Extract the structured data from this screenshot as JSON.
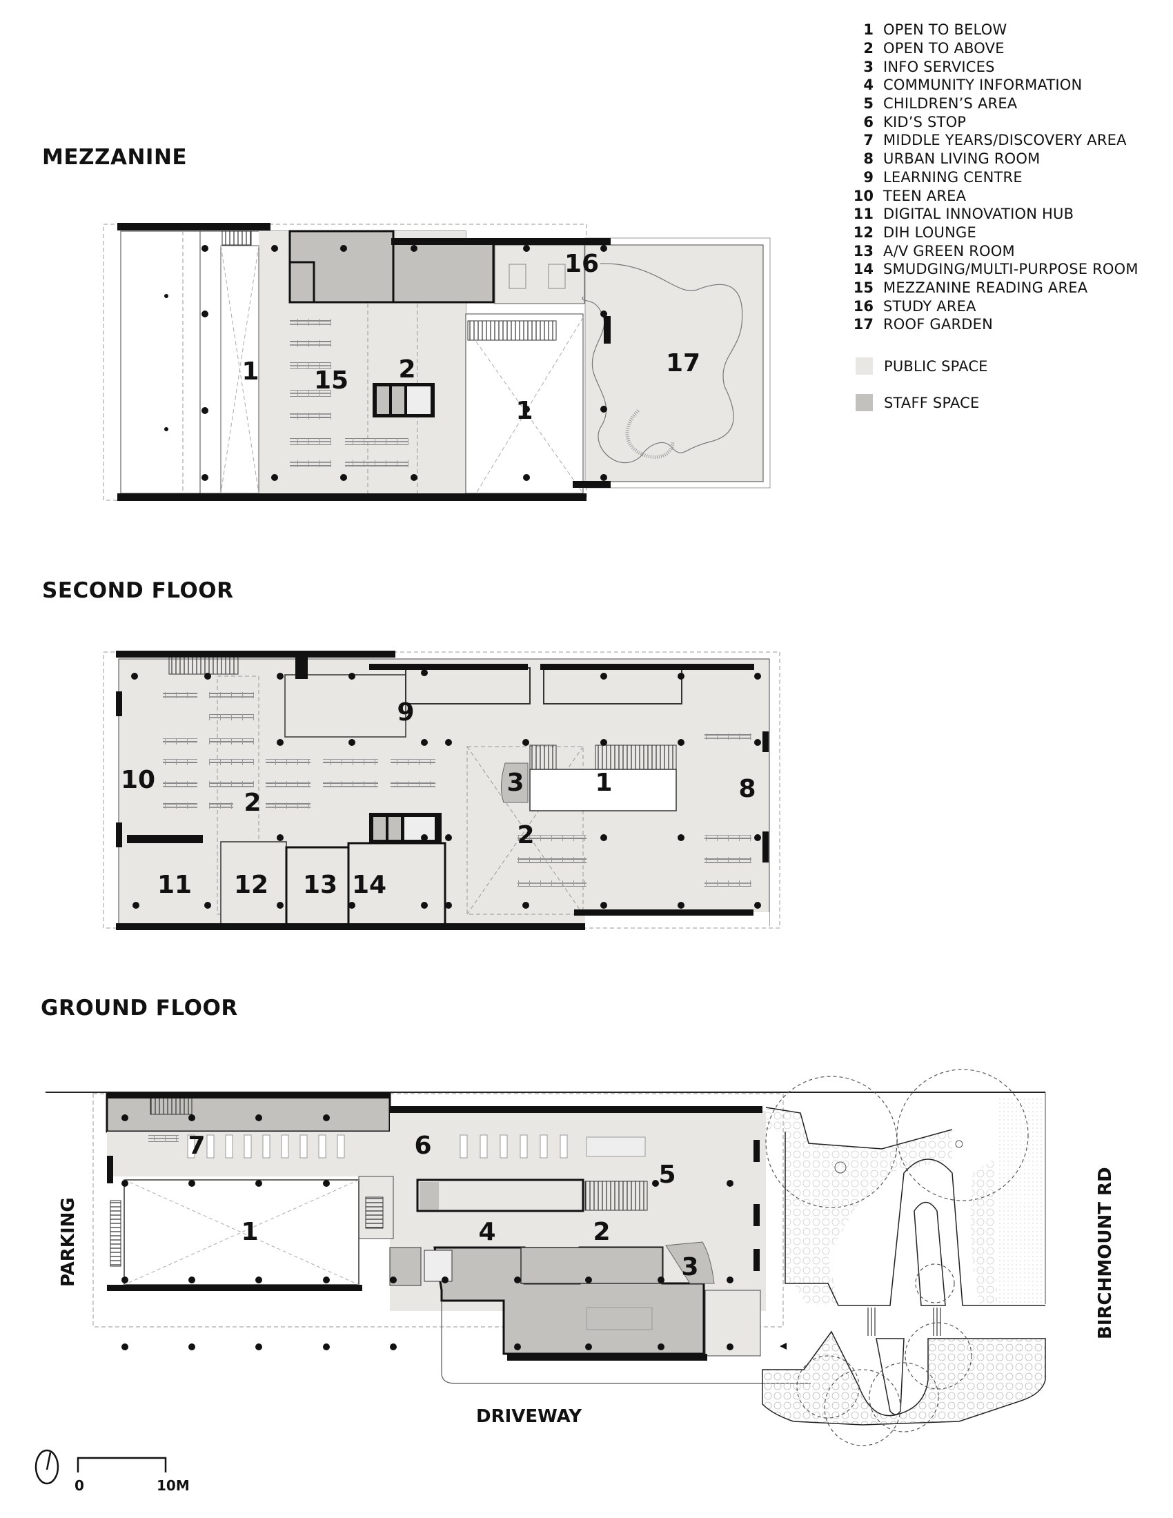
{
  "floors": {
    "mezzanine": {
      "title": "MEZZANINE",
      "labels": {
        "open_below_west": "1",
        "reading": "15",
        "open_above": "2",
        "open_below_east": "1",
        "study": "16",
        "roof_garden": "17"
      }
    },
    "second": {
      "title": "SECOND FLOOR",
      "labels": {
        "learning": "9",
        "teen": "10",
        "open_above_west": "2",
        "info": "3",
        "open_below": "1",
        "urban": "8",
        "open_above_east": "2",
        "dih": "11",
        "dih_lounge": "12",
        "green_room": "13",
        "smudging": "14"
      }
    },
    "ground": {
      "title": "GROUND FLOOR",
      "labels": {
        "middle_years": "7",
        "kids_stop": "6",
        "childrens": "5",
        "open_below": "1",
        "community": "4",
        "open_above": "2",
        "info": "3"
      }
    }
  },
  "site": {
    "parking": "PARKING",
    "driveway": "DRIVEWAY",
    "street": "BIRCHMOUNT RD"
  },
  "scale_bar": {
    "start": "0",
    "end": "10M"
  },
  "legend": {
    "items": [
      {
        "num": "1",
        "label": "OPEN TO BELOW"
      },
      {
        "num": "2",
        "label": "OPEN TO ABOVE"
      },
      {
        "num": "3",
        "label": "INFO SERVICES"
      },
      {
        "num": "4",
        "label": "COMMUNITY INFORMATION"
      },
      {
        "num": "5",
        "label": "CHILDREN’S AREA"
      },
      {
        "num": "6",
        "label": "KID’S STOP"
      },
      {
        "num": "7",
        "label": "MIDDLE YEARS/DISCOVERY AREA"
      },
      {
        "num": "8",
        "label": "URBAN LIVING ROOM"
      },
      {
        "num": "9",
        "label": "LEARNING CENTRE"
      },
      {
        "num": "10",
        "label": "TEEN AREA"
      },
      {
        "num": "11",
        "label": "DIGITAL INNOVATION HUB"
      },
      {
        "num": "12",
        "label": "DIH LOUNGE"
      },
      {
        "num": "13",
        "label": "A/V GREEN ROOM"
      },
      {
        "num": "14",
        "label": "SMUDGING/MULTI-PURPOSE ROOM"
      },
      {
        "num": "15",
        "label": "MEZZANINE READING AREA"
      },
      {
        "num": "16",
        "label": "STUDY AREA"
      },
      {
        "num": "17",
        "label": "ROOF GARDEN"
      }
    ],
    "swatches": [
      {
        "label": "PUBLIC SPACE",
        "color": "#e8e7e4"
      },
      {
        "label": "STAFF SPACE",
        "color": "#c2c1bd"
      }
    ]
  },
  "colors": {
    "public": "#e8e7e4",
    "staff": "#c2c1bd",
    "wall": "#111111",
    "line": "#555555"
  }
}
